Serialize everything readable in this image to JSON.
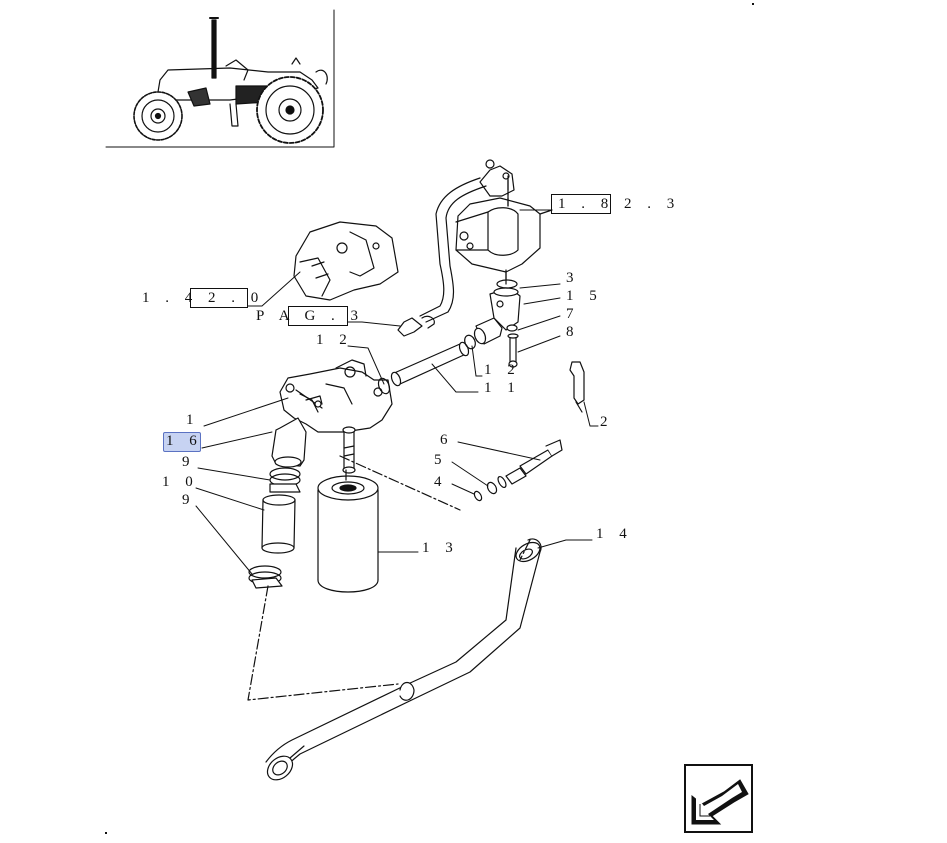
{
  "references": {
    "top": "1 . 8 2 . 3",
    "left": "1 . 4 2 . 0",
    "page": "P A G . 3"
  },
  "callouts": {
    "c1": "1",
    "c2": "2",
    "c3": "3",
    "c4": "4",
    "c5": "5",
    "c6": "6",
    "c7": "7",
    "c8": "8",
    "c9a": "9",
    "c9b": "9",
    "c10": "1 0",
    "c11": "1 1",
    "c12a": "1 2",
    "c12b": "1 2",
    "c13": "1 3",
    "c14": "1 4",
    "c15": "1 5",
    "c16": "1 6"
  },
  "colors": {
    "line": "#111111",
    "highlight": "#c7d3f2",
    "highlight_border": "#5b72c2"
  },
  "icons": {
    "tractor": "tractor-thumbnail-icon",
    "back": "back-arrow-icon"
  },
  "selected_part": "1 6"
}
